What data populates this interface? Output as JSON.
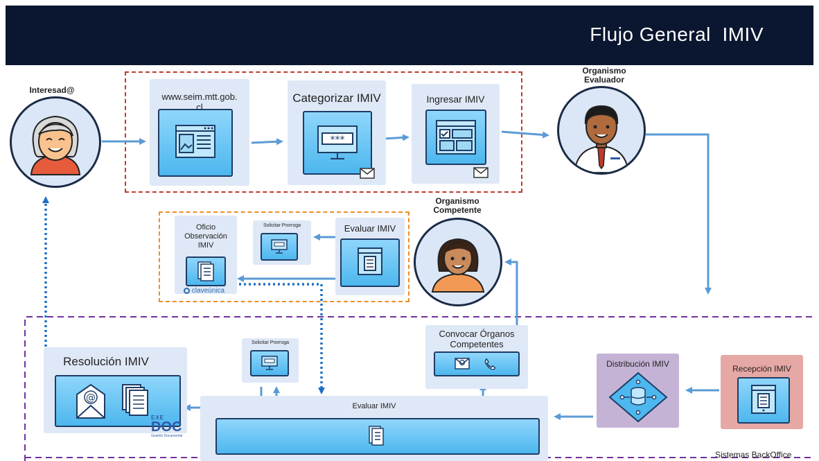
{
  "title": "Flujo General  IMIV",
  "actors": {
    "interesado": "Interesad@",
    "evaluador": "Organismo\nEvaluador",
    "competente": "Organismo\nCompetente"
  },
  "top_flow": {
    "website": "www.seim.mtt.gob.\ncl",
    "categorizar": "Categorizar IMIV",
    "ingresar": "Ingresar IMIV"
  },
  "middle_flow": {
    "oficio": "Oficio\nObservación\nIMIV",
    "clave_unica": "claveúnica",
    "solicitar_prorroga": "Solicitar Prorroga",
    "evaluar": "Evaluar IMIV"
  },
  "backoffice": {
    "resolucion": "Resolución IMIV",
    "exedoc_top": "EXE",
    "exedoc_main": "DOC",
    "exedoc_sub": "Gestión Documental",
    "solicitar_prorroga": "Solicitar Prorroga",
    "evaluar": "Evaluar IMIV",
    "convocar": "Convocar Órganos\nCompetentes",
    "distribucion": "Distribución IMIV",
    "recepcion": "Recepción IMIV",
    "systems_label": "Sistemas BackOffice"
  },
  "colors": {
    "header": "#0b1730",
    "arrow": "#5b9bd5",
    "dotted_arrow": "#1f6fc4",
    "dash_red": "#c0392b",
    "dash_orange": "#f08c28",
    "dash_purple": "#7030a0",
    "distribucion_bg": "#c5b3d6",
    "recepcion_bg": "#e6a8a4"
  }
}
